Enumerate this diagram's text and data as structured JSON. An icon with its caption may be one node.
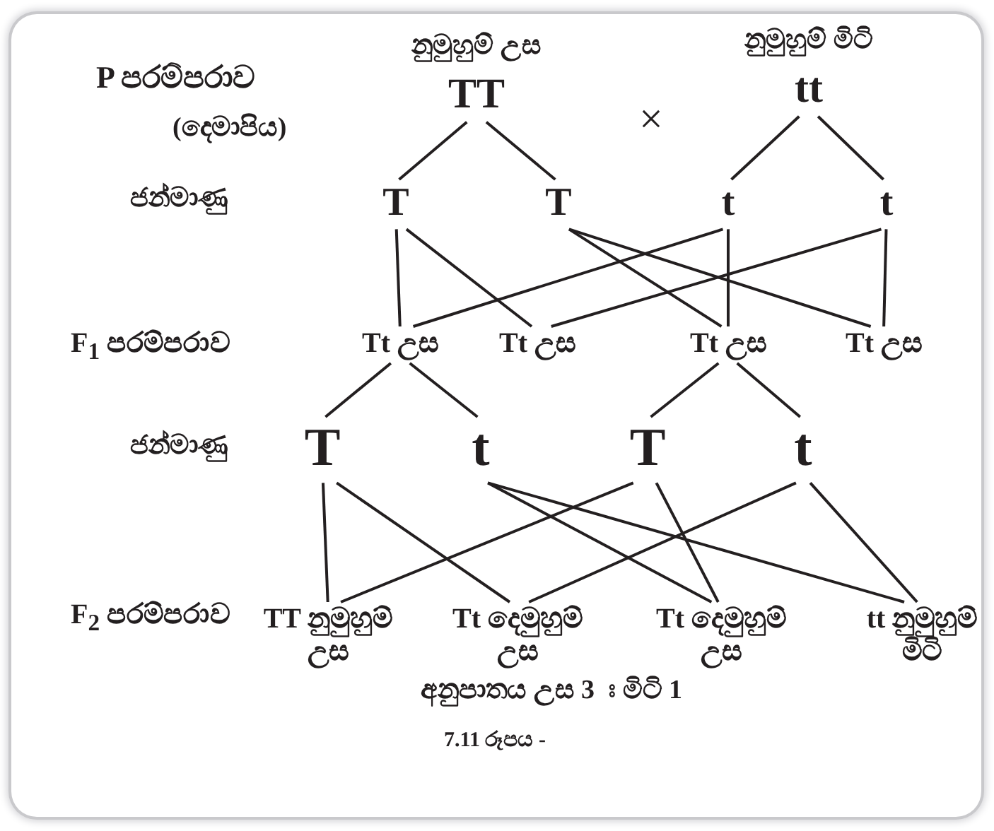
{
  "diagram": {
    "nodes": [
      {
        "text": [
          "TT"
        ],
        "beside": [
          "නුමුහුම් උස"
        ]
      },
      {
        "text": [
          "tt"
        ],
        "beside": [
          "නුමුහුම් මිටි"
        ]
      },
      {
        "text": [
          "T"
        ]
      },
      {
        "text": [
          "T"
        ]
      },
      {
        "text": [
          "t"
        ]
      },
      {
        "text": [
          "t"
        ]
      },
      {
        "text": [
          "Tt උස"
        ]
      },
      {
        "text": [
          "Tt උස"
        ]
      },
      {
        "text": [
          "Tt උස"
        ]
      },
      {
        "text": [
          "Tt උස"
        ]
      },
      {
        "text": [
          "T"
        ]
      },
      {
        "text": [
          "t"
        ]
      },
      {
        "text": [
          "T"
        ]
      },
      {
        "text": [
          "t"
        ]
      },
      {
        "text": [
          "TT නුමුහුම් උස"
        ]
      },
      {
        "text": [
          "Tt දෙමුහුම් උස"
        ]
      },
      {
        "text": [
          "Tt දෙමුහුම් උස"
        ]
      },
      {
        "text": [
          "tt නුමුහුම් මිටි"
        ]
      }
    ],
    "edges": [
      {
        "from": 0,
        "to": 2,
        "arrow": "none"
      },
      {
        "from": 0,
        "to": 3,
        "arrow": "none"
      },
      {
        "from": 1,
        "to": 4,
        "arrow": "none"
      },
      {
        "from": 1,
        "to": 5,
        "arrow": "none"
      },
      {
        "from": 2,
        "to": 6,
        "arrow": "none"
      },
      {
        "from": 4,
        "to": 6,
        "arrow": "none"
      },
      {
        "from": 2,
        "to": 7,
        "arrow": "none"
      },
      {
        "from": 5,
        "to": 7,
        "arrow": "none"
      },
      {
        "from": 3,
        "to": 8,
        "arrow": "none"
      },
      {
        "from": 4,
        "to": 8,
        "arrow": "none"
      },
      {
        "from": 3,
        "to": 9,
        "arrow": "none"
      },
      {
        "from": 5,
        "to": 9,
        "arrow": "none"
      },
      {
        "from": 6,
        "to": 10,
        "arrow": "none"
      },
      {
        "from": 6,
        "to": 11,
        "arrow": "none"
      },
      {
        "from": 8,
        "to": 12,
        "arrow": "none"
      },
      {
        "from": 8,
        "to": 13,
        "arrow": "none"
      },
      {
        "from": 10,
        "to": 14,
        "arrow": "none"
      },
      {
        "from": 10,
        "to": 15,
        "arrow": "none"
      },
      {
        "from": 11,
        "to": 16,
        "arrow": "none"
      },
      {
        "from": 11,
        "to": 17,
        "arrow": "none"
      },
      {
        "from": 12,
        "to": 14,
        "arrow": "none"
      },
      {
        "from": 12,
        "to": 16,
        "arrow": "none"
      },
      {
        "from": 13,
        "to": 15,
        "arrow": "none"
      },
      {
        "from": 13,
        "to": 17,
        "arrow": "none"
      }
    ],
    "labels": [
      "P පරම්පරාව",
      "(දෙමාපිය)",
      "×",
      "ජන්මාණු",
      "F$_{1}$ පරම්පරාව",
      "ජන්මාණු",
      "F$_{2}$ පරම්පරාව",
      "අනුපාතය උස 3 ඃ මිටි 1",
      "7.11 රූපය -"
    ]
  }
}
